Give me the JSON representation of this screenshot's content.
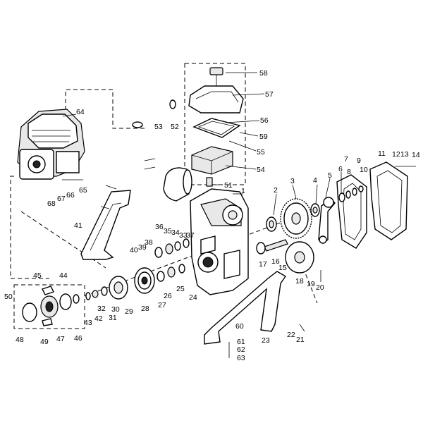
{
  "callouts": {
    "c1": "1",
    "c2": "2",
    "c3": "3",
    "c4": "4",
    "c5": "5",
    "c6": "6",
    "c7": "7",
    "c8": "8",
    "c9": "9",
    "c10": "10",
    "c11": "11",
    "c12": "12",
    "c13": "13",
    "c14": "14",
    "c15": "15",
    "c16": "16",
    "c17": "17",
    "c18": "18",
    "c19": "19",
    "c20": "20",
    "c21": "21",
    "c22": "22",
    "c23": "23",
    "c24": "24",
    "c25": "25",
    "c26": "26",
    "c27": "27",
    "c28": "28",
    "c29": "29",
    "c30": "30",
    "c31": "31",
    "c32": "32",
    "c33": "33",
    "c34": "34",
    "c35": "35",
    "c36": "36",
    "c37": "37",
    "c38": "38",
    "c39": "39",
    "c40": "40",
    "c41": "41",
    "c42": "42",
    "c43": "43",
    "c44": "44",
    "c45": "45",
    "c46": "46",
    "c47": "47",
    "c48": "48",
    "c49": "49",
    "c50": "50",
    "c51": "51",
    "c52": "52",
    "c53": "53",
    "c54": "54",
    "c55": "55",
    "c56": "56",
    "c57": "57",
    "c58": "58",
    "c59": "59",
    "c60": "60",
    "c61": "61",
    "c62": "62",
    "c63": "63",
    "c64": "64",
    "c65": "65",
    "c66": "66",
    "c67": "67",
    "c68": "68"
  },
  "icons": {
    "engine": "engine-icon",
    "gearbox": "gearbox-housing-icon",
    "air_filter": "air-filter-icon",
    "gear": "gear-icon",
    "pulley": "pulley-icon",
    "gasket": "gasket-icon",
    "bracket": "bracket-icon"
  }
}
